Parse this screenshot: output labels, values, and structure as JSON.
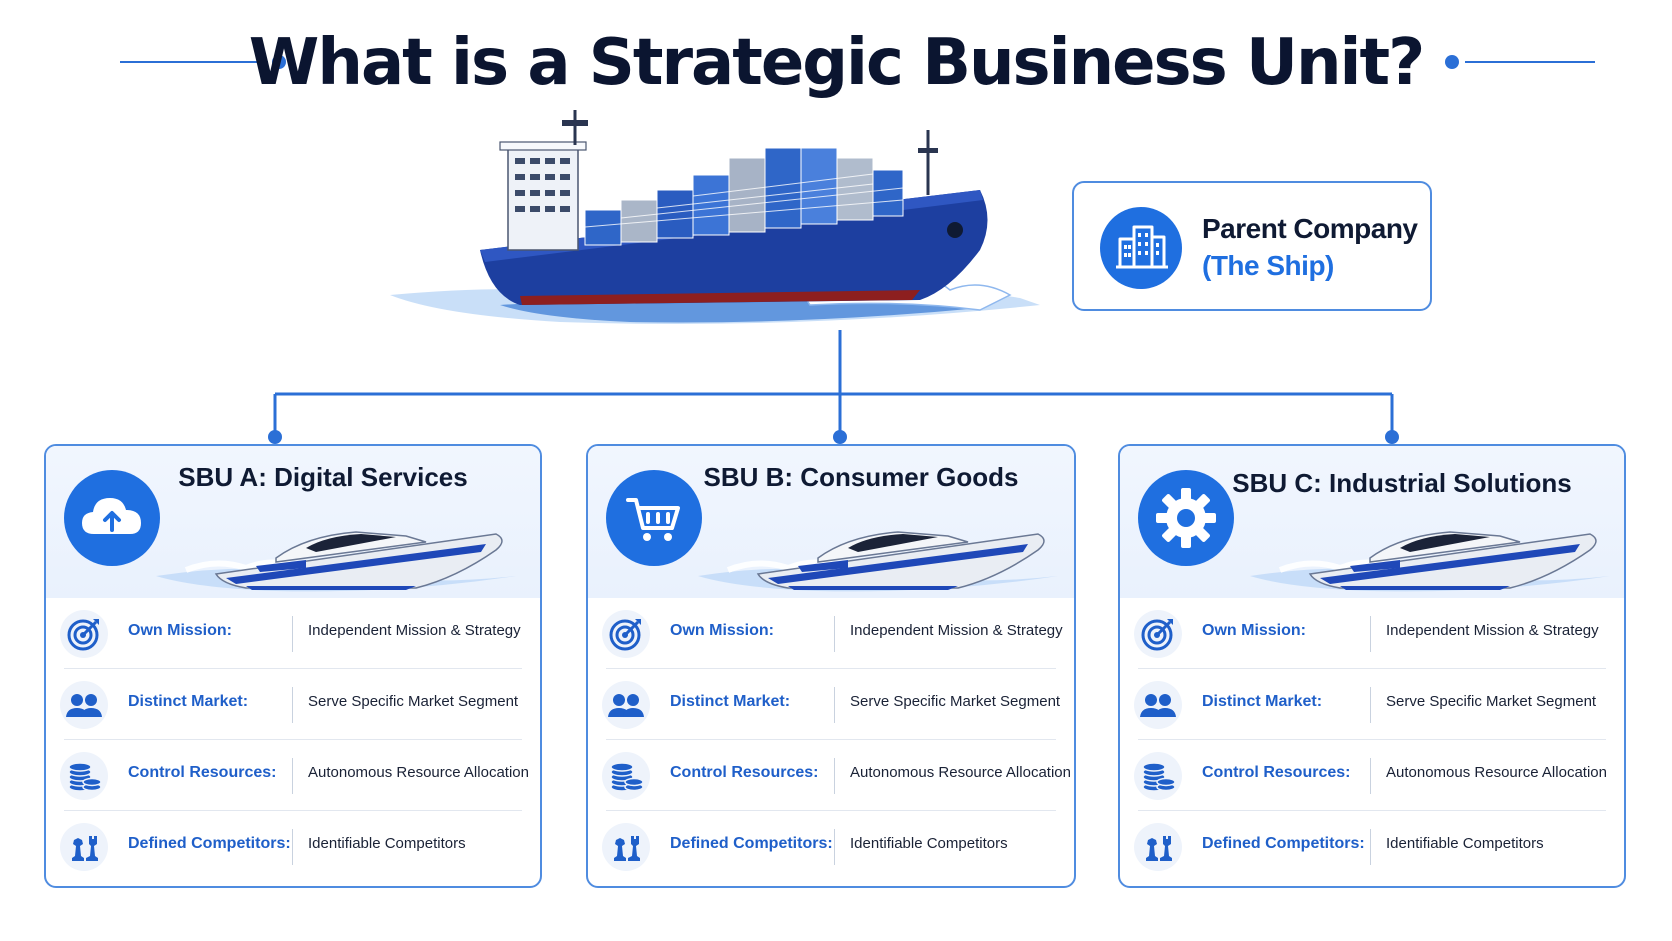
{
  "title": "What is a Strategic Business Unit?",
  "parent": {
    "title": "Parent Company",
    "subtitle": "(The Ship)",
    "icon": "building-icon"
  },
  "colors": {
    "accent": "#1f6fe0",
    "navy": "#0f1a33",
    "border": "#4f8ce0",
    "label_blue": "#1f5fc9"
  },
  "sbus": [
    {
      "title": "SBU A: Digital Services",
      "icon": "cloud-upload-icon",
      "rows": [
        {
          "icon": "target-icon",
          "label": "Own Mission:",
          "value": "Independent Mission & Strategy"
        },
        {
          "icon": "users-icon",
          "label": "Distinct Market:",
          "value": "Serve Specific Market Segment"
        },
        {
          "icon": "coins-icon",
          "label": "Control Resources:",
          "value": "Autonomous Resource Allocation"
        },
        {
          "icon": "chess-icon",
          "label": "Defined Competitors:",
          "value": "Identifiable Competitors"
        }
      ]
    },
    {
      "title": "SBU B: Consumer Goods",
      "icon": "shopping-cart-icon",
      "rows": [
        {
          "icon": "target-icon",
          "label": "Own Mission:",
          "value": "Independent Mission & Strategy"
        },
        {
          "icon": "users-icon",
          "label": "Distinct Market:",
          "value": "Serve Specific Market Segment"
        },
        {
          "icon": "coins-icon",
          "label": "Control Resources:",
          "value": "Autonomous Resource Allocation"
        },
        {
          "icon": "chess-icon",
          "label": "Defined Competitors:",
          "value": "Identifiable Competitors"
        }
      ]
    },
    {
      "title": "SBU C: Industrial Solutions",
      "icon": "gear-icon",
      "rows": [
        {
          "icon": "target-icon",
          "label": "Own Mission:",
          "value": "Independent Mission & Strategy"
        },
        {
          "icon": "users-icon",
          "label": "Distinct Market:",
          "value": "Serve Specific Market Segment"
        },
        {
          "icon": "coins-icon",
          "label": "Control Resources:",
          "value": "Autonomous Resource Allocation"
        },
        {
          "icon": "chess-icon",
          "label": "Defined Competitors:",
          "value": "Identifiable Competitors"
        }
      ]
    }
  ]
}
